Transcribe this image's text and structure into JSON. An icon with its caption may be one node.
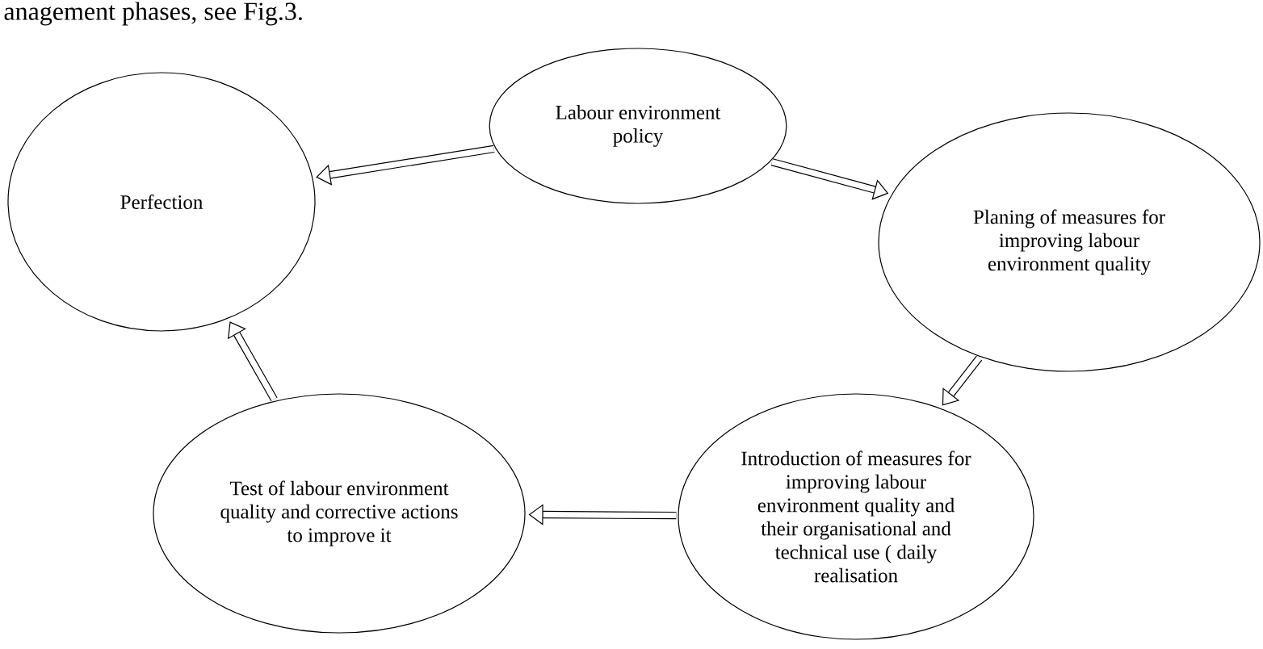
{
  "diagram": {
    "nodes": [
      {
        "text": [
          "Labour environment policy"
        ]
      },
      {
        "text": [
          "Perfection"
        ]
      },
      {
        "text": [
          "Planing of measures for improving labour environment quality"
        ]
      },
      {
        "text": [
          "Introduction of measures for improving labour environment quality and their organisational and technical use ( daily realisation"
        ]
      },
      {
        "text": [
          "Test of labour environment quality and corrective actions to improve it"
        ]
      }
    ],
    "edges": [
      {
        "from": 0,
        "to": 2,
        "arrow": "to"
      },
      {
        "from": 2,
        "to": 3,
        "arrow": "to"
      },
      {
        "from": 3,
        "to": 4,
        "arrow": "to"
      },
      {
        "from": 4,
        "to": 1,
        "arrow": "to"
      },
      {
        "from": 0,
        "to": 1,
        "arrow": "to"
      }
    ],
    "labels": [
      "anagement phases, see Fig.3."
    ]
  }
}
